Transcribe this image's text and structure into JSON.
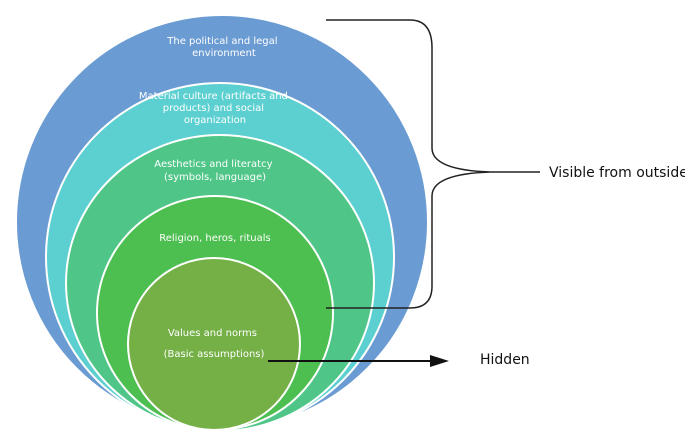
{
  "layers": [
    {
      "id": "political",
      "lines": [
        "The political and legal",
        "environment"
      ],
      "color": "#6a9bd2"
    },
    {
      "id": "material",
      "lines": [
        "Material culture (artifacts and",
        "products) and social",
        "organization"
      ],
      "color": "#5ccfd0"
    },
    {
      "id": "aesthetics",
      "lines": [
        "Aesthetics and literatcy",
        "(symbols, language)"
      ],
      "color": "#4fc688"
    },
    {
      "id": "religion",
      "lines": [
        "Religion, heros, rituals"
      ],
      "color": "#4dbe50"
    },
    {
      "id": "values",
      "lines": [
        "Values and norms",
        "(Basic assumptions)"
      ],
      "color": "#74b046"
    }
  ],
  "labels": {
    "visible": "Visible from outside",
    "hidden": "Hidden"
  }
}
